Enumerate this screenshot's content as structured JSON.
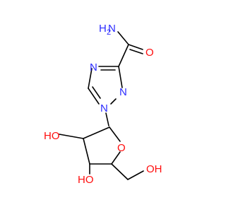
{
  "colors": {
    "bond": "#000000",
    "nitrogen": "#2b2bff",
    "oxygen": "#ff0d0d",
    "carbon": "#000000"
  },
  "atoms": {
    "amide_N": "N",
    "amide_H2": "H",
    "amide_H2_sub": "2",
    "amide_O": "O",
    "ring_N4": "N",
    "ring_N2": "N",
    "ring_N1": "N",
    "ring_O": "O",
    "oh_left": "HO",
    "oh_bottom": "HO",
    "oh_right": "OH"
  }
}
